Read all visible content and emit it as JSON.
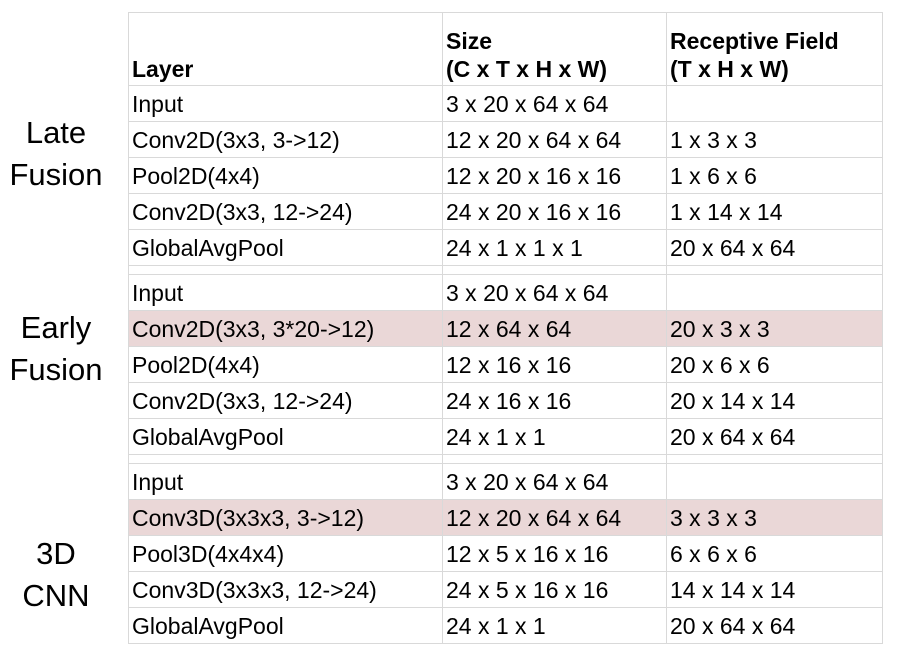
{
  "headers": {
    "layer": "Layer",
    "size_line1": "Size",
    "size_line2": "(C x T x H x W)",
    "rf_line1": "Receptive Field",
    "rf_line2": "(T x H x W)"
  },
  "groups": [
    {
      "label_line1": "Late",
      "label_line2": "Fusion",
      "rows": [
        {
          "layer": "Input",
          "size": "3 x 20 x 64 x 64",
          "rf": "",
          "highlight": false
        },
        {
          "layer": "Conv2D(3x3, 3->12)",
          "size": "12 x 20 x 64 x 64",
          "rf": "1 x 3 x 3",
          "highlight": false
        },
        {
          "layer": "Pool2D(4x4)",
          "size": "12 x 20 x 16 x 16",
          "rf": "1 x 6 x 6",
          "highlight": false
        },
        {
          "layer": "Conv2D(3x3, 12->24)",
          "size": "24 x 20 x 16 x 16",
          "rf": "1 x 14 x 14",
          "highlight": false
        },
        {
          "layer": "GlobalAvgPool",
          "size": "24 x 1 x 1 x 1",
          "rf": "20 x 64 x 64",
          "highlight": false
        }
      ]
    },
    {
      "label_line1": "Early",
      "label_line2": "Fusion",
      "rows": [
        {
          "layer": "Input",
          "size": "3 x 20 x 64 x 64",
          "rf": "",
          "highlight": false
        },
        {
          "layer": "Conv2D(3x3, 3*20->12)",
          "size": "12 x 64 x 64",
          "rf": "20 x 3 x 3",
          "highlight": true
        },
        {
          "layer": "Pool2D(4x4)",
          "size": "12 x 16 x 16",
          "rf": "20 x 6 x 6",
          "highlight": false
        },
        {
          "layer": "Conv2D(3x3, 12->24)",
          "size": "24 x 16 x 16",
          "rf": "20 x 14 x 14",
          "highlight": false
        },
        {
          "layer": "GlobalAvgPool",
          "size": "24 x 1 x 1",
          "rf": "20 x 64 x 64",
          "highlight": false
        }
      ]
    },
    {
      "label_line1": "3D",
      "label_line2": "CNN",
      "rows": [
        {
          "layer": "Input",
          "size": "3 x 20 x 64 x 64",
          "rf": "",
          "highlight": false
        },
        {
          "layer": "Conv3D(3x3x3, 3->12)",
          "size": "12 x 20 x 64 x 64",
          "rf": "3 x 3 x 3",
          "highlight": true
        },
        {
          "layer": "Pool3D(4x4x4)",
          "size": "12 x 5 x 16 x 16",
          "rf": "6 x 6 x 6",
          "highlight": false
        },
        {
          "layer": "Conv3D(3x3x3, 12->24)",
          "size": "24 x 5 x 16 x 16",
          "rf": "14 x 14 x 14",
          "highlight": false
        },
        {
          "layer": "GlobalAvgPool",
          "size": "24 x 1 x 1",
          "rf": "20 x 64 x 64",
          "highlight": false
        }
      ]
    }
  ],
  "colors": {
    "highlight": "#ead7d7",
    "grid": "#d9d9d9"
  }
}
